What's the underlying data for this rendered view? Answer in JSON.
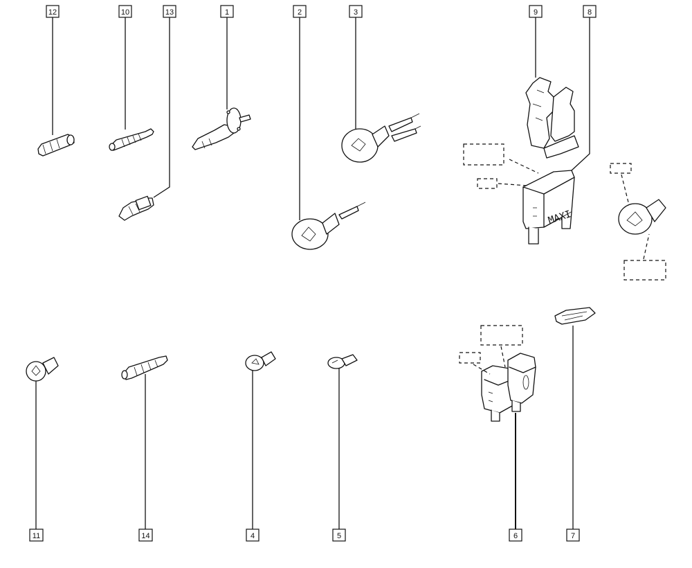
{
  "callouts": {
    "c1": "1",
    "c2": "2",
    "c3": "3",
    "c4": "4",
    "c5": "5",
    "c6": "6",
    "c7": "7",
    "c8": "8",
    "c9": "9",
    "c10": "10",
    "c11": "11",
    "c12": "12",
    "c13": "13",
    "c14": "14"
  },
  "fuse_label": "MAXI"
}
